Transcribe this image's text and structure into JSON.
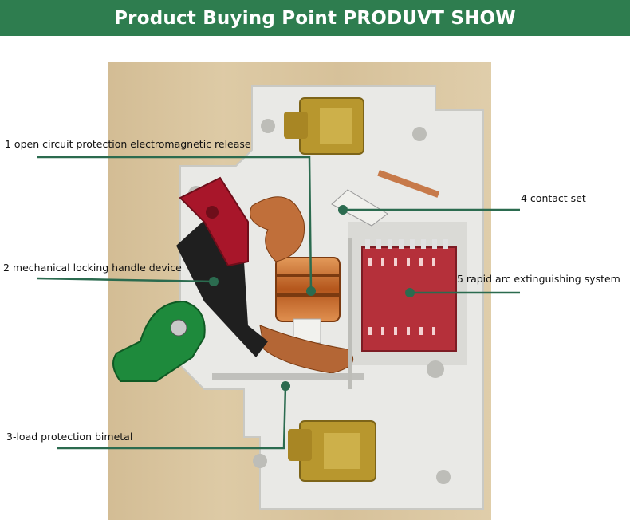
{
  "header": {
    "title": "Product Buying Point PRODUVT SHOW",
    "background": "#2e7d4f",
    "text_color": "#ffffff"
  },
  "callouts": [
    {
      "id": "c1",
      "label": "1 open circuit protection electromagnetic release"
    },
    {
      "id": "c2",
      "label": "2 mechanical locking handle device"
    },
    {
      "id": "c3",
      "label": "3-load protection bimetal"
    },
    {
      "id": "c4",
      "label": "4 contact set"
    },
    {
      "id": "c5",
      "label": "5 rapid arc extinguishing system"
    }
  ],
  "colors": {
    "leader_line": "#2b6b4f",
    "wood": "#d9c59f",
    "housing": "#e9e9e6",
    "handle_red": "#a8162a",
    "lever_green": "#1e8a3c",
    "arc_chute_red": "#b5303a",
    "coil_copper": "#c96a2a",
    "terminal_brass": "#b8972e"
  }
}
